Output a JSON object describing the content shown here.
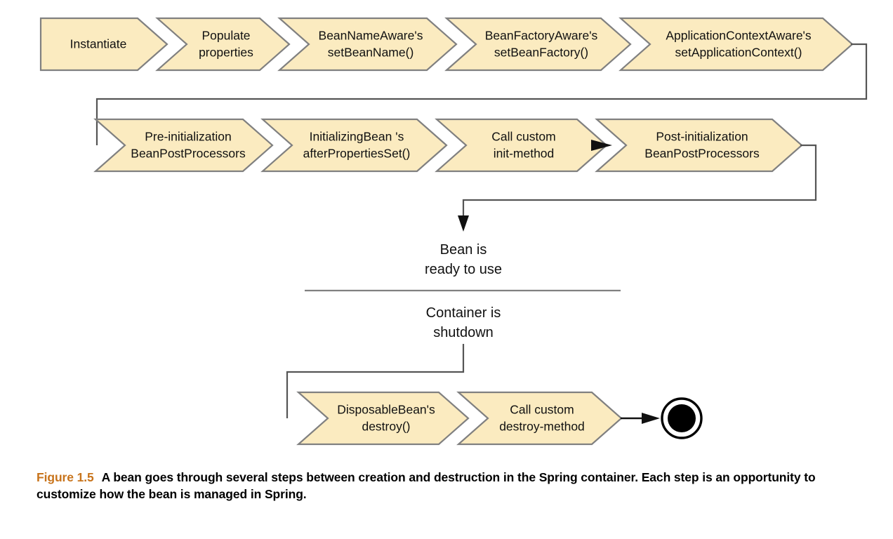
{
  "figure": {
    "number_label": "Figure 1.5",
    "caption_text": "A bean goes through several steps between creation and destruction in the Spring container. Each step is an opportunity to customize how the bean is managed in Spring.",
    "fignum_color": "#c8741c",
    "caption_color": "#000000"
  },
  "style": {
    "chevron_fill": "#fbebc0",
    "chevron_stroke": "#808080",
    "connector_stroke": "#555555",
    "arrowhead_fill": "#111111",
    "terminal_fill": "#000000",
    "background": "#ffffff"
  },
  "rows": {
    "row1": [
      {
        "line1": "Instantiate",
        "line2": ""
      },
      {
        "line1": "Populate",
        "line2": "properties"
      },
      {
        "line1": "BeanNameAware's",
        "line2": "setBeanName()"
      },
      {
        "line1": "BeanFactoryAware's",
        "line2": "setBeanFactory()"
      },
      {
        "line1": "ApplicationContextAware's",
        "line2": "setApplicationContext()"
      }
    ],
    "row2": [
      {
        "line1": "Pre-initialization",
        "line2": "BeanPostProcessors"
      },
      {
        "line1": "InitializingBean  's",
        "line2": "afterPropertiesSet()"
      },
      {
        "line1": "Call custom",
        "line2": "init-method"
      },
      {
        "line1": "Post-initialization",
        "line2": "BeanPostProcessors"
      }
    ],
    "row3": [
      {
        "line1": "DisposableBean's",
        "line2": "destroy()"
      },
      {
        "line1": "Call custom",
        "line2": "destroy-method"
      }
    ]
  },
  "states": {
    "ready": {
      "line1": "Bean is",
      "line2": "ready to use"
    },
    "shutdown": {
      "line1": "Container is",
      "line2": "shutdown"
    }
  },
  "terminal": {
    "name": "end-state"
  }
}
